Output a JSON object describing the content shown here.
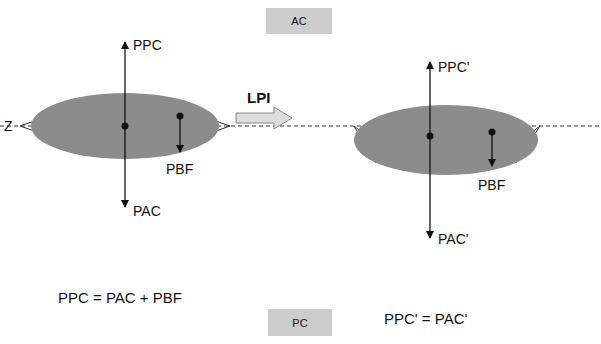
{
  "diagram": {
    "nodes": [
      {
        "text": [
          "AC"
        ]
      },
      {
        "text": [
          "PC"
        ]
      }
    ],
    "labels": [
      "PPC",
      "PAC",
      "Z",
      "PBF",
      "LPI",
      "PPC'",
      "PAC'",
      "PBF",
      "PPC = PAC + PBF",
      "PPC' = PAC'"
    ]
  }
}
